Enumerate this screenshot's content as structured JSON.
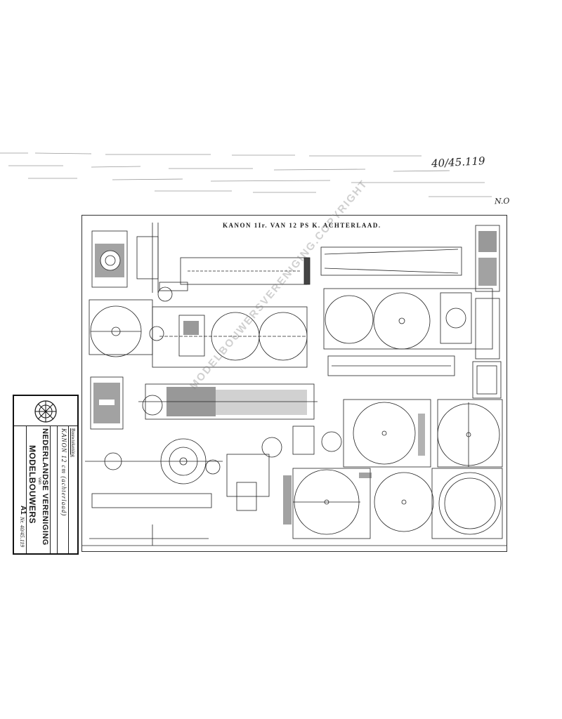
{
  "scan": {
    "handwritten_ref": "40/45.119",
    "handwritten_small": "N.O"
  },
  "sheet": {
    "title": "KANON  1Ir. VAN  12 PS K. ACHTERLAAD.",
    "subtitle": "",
    "watermark": "MODELBOUWERSVERENIGING.COPYRIGHT"
  },
  "title_block": {
    "heading": "Bouwtekening",
    "drawing_name": "KANON 12 cm  (achterlaad)",
    "meta_top": "",
    "organisation_line1": "NEDERLANDSE VERENIGING",
    "organisation_line2": "van",
    "organisation_line3": "MODELBOUWERS",
    "meta_bottom": "",
    "sheet_format": "A1",
    "drawing_number": "Nr. 40/45.119"
  },
  "colors": {
    "ink": "#1a1a1a",
    "paper": "#ffffff",
    "watermark": "#787878"
  },
  "icons": {
    "logo": "society-emblem-icon"
  }
}
